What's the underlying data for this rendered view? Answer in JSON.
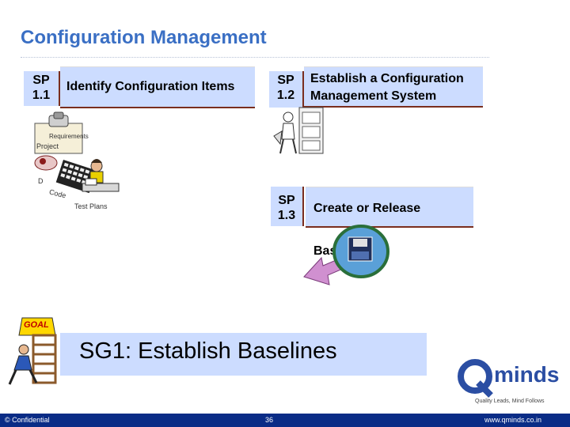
{
  "slide": {
    "title": "Configuration Management",
    "sp1": {
      "num": "SP\n1.1",
      "label": "Identify Configuration Items"
    },
    "sp2": {
      "num": "SP\n1.2",
      "label": "Establish a Configuration\nManagement System"
    },
    "sp3": {
      "num": "SP\n1.3",
      "label": "Create or Release Baselines"
    },
    "items": {
      "requirements": "Requirements",
      "project": "Project",
      "design": "D",
      "code": "Code",
      "test_plans": "Test Plans"
    },
    "goal": {
      "badge": "GOAL",
      "text": "SG1: Establish Baselines"
    }
  },
  "footer": {
    "left": "© Confidential",
    "page": "36",
    "right": "www.qminds.co.in"
  },
  "logo": {
    "word": "minds",
    "tagline": "Quality Leads, Mind Follows"
  },
  "colors": {
    "title": "#3a6fc4",
    "box": "#ccdcff",
    "footer": "#0a2c86",
    "goal_badge": "#ffd700"
  }
}
